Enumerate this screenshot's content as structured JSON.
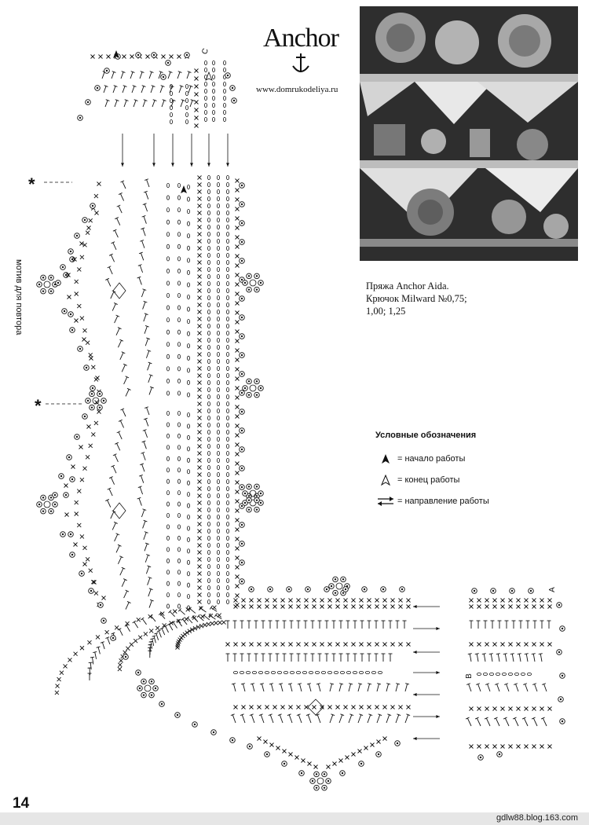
{
  "brand": {
    "name": "Anchor",
    "url": "www.domrukodeliya.ru"
  },
  "materials": {
    "line1": "Пряжа Anchor Aida.",
    "line2": "Крючок Milward №0,75;",
    "line3": "1,00; 1,25"
  },
  "legend": {
    "title": "Условные обозначения",
    "items": [
      {
        "label": "= начало работы",
        "icon": "filled-triangle-icon"
      },
      {
        "label": "= конец работы",
        "icon": "hollow-triangle-icon"
      },
      {
        "label": "= направление работы",
        "icon": "double-arrow-icon"
      }
    ]
  },
  "diagram": {
    "side_label": "мотив для повтора",
    "star_mark": "*",
    "letters": {
      "a": "A",
      "b": "B",
      "c": "C"
    }
  },
  "page_number": "14",
  "footer": {
    "text": "gdlw88.blog.163.com"
  }
}
